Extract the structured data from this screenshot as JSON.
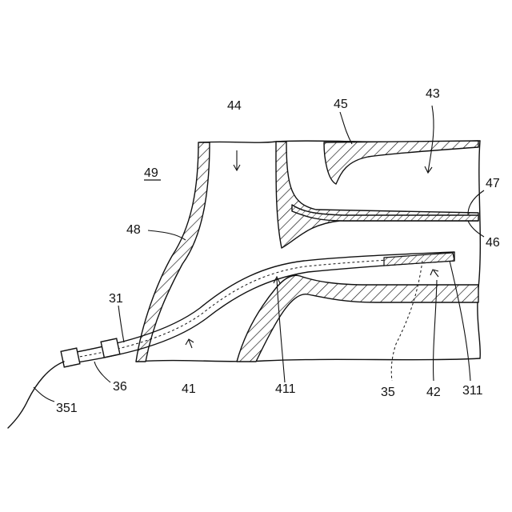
{
  "labels": {
    "l49": "49",
    "l44": "44",
    "l45": "45",
    "l43": "43",
    "l47": "47",
    "l48": "48",
    "l46": "46",
    "l31": "31",
    "l36": "36",
    "l351": "351",
    "l41": "41",
    "l411": "411",
    "l35": "35",
    "l42": "42",
    "l311": "311"
  }
}
